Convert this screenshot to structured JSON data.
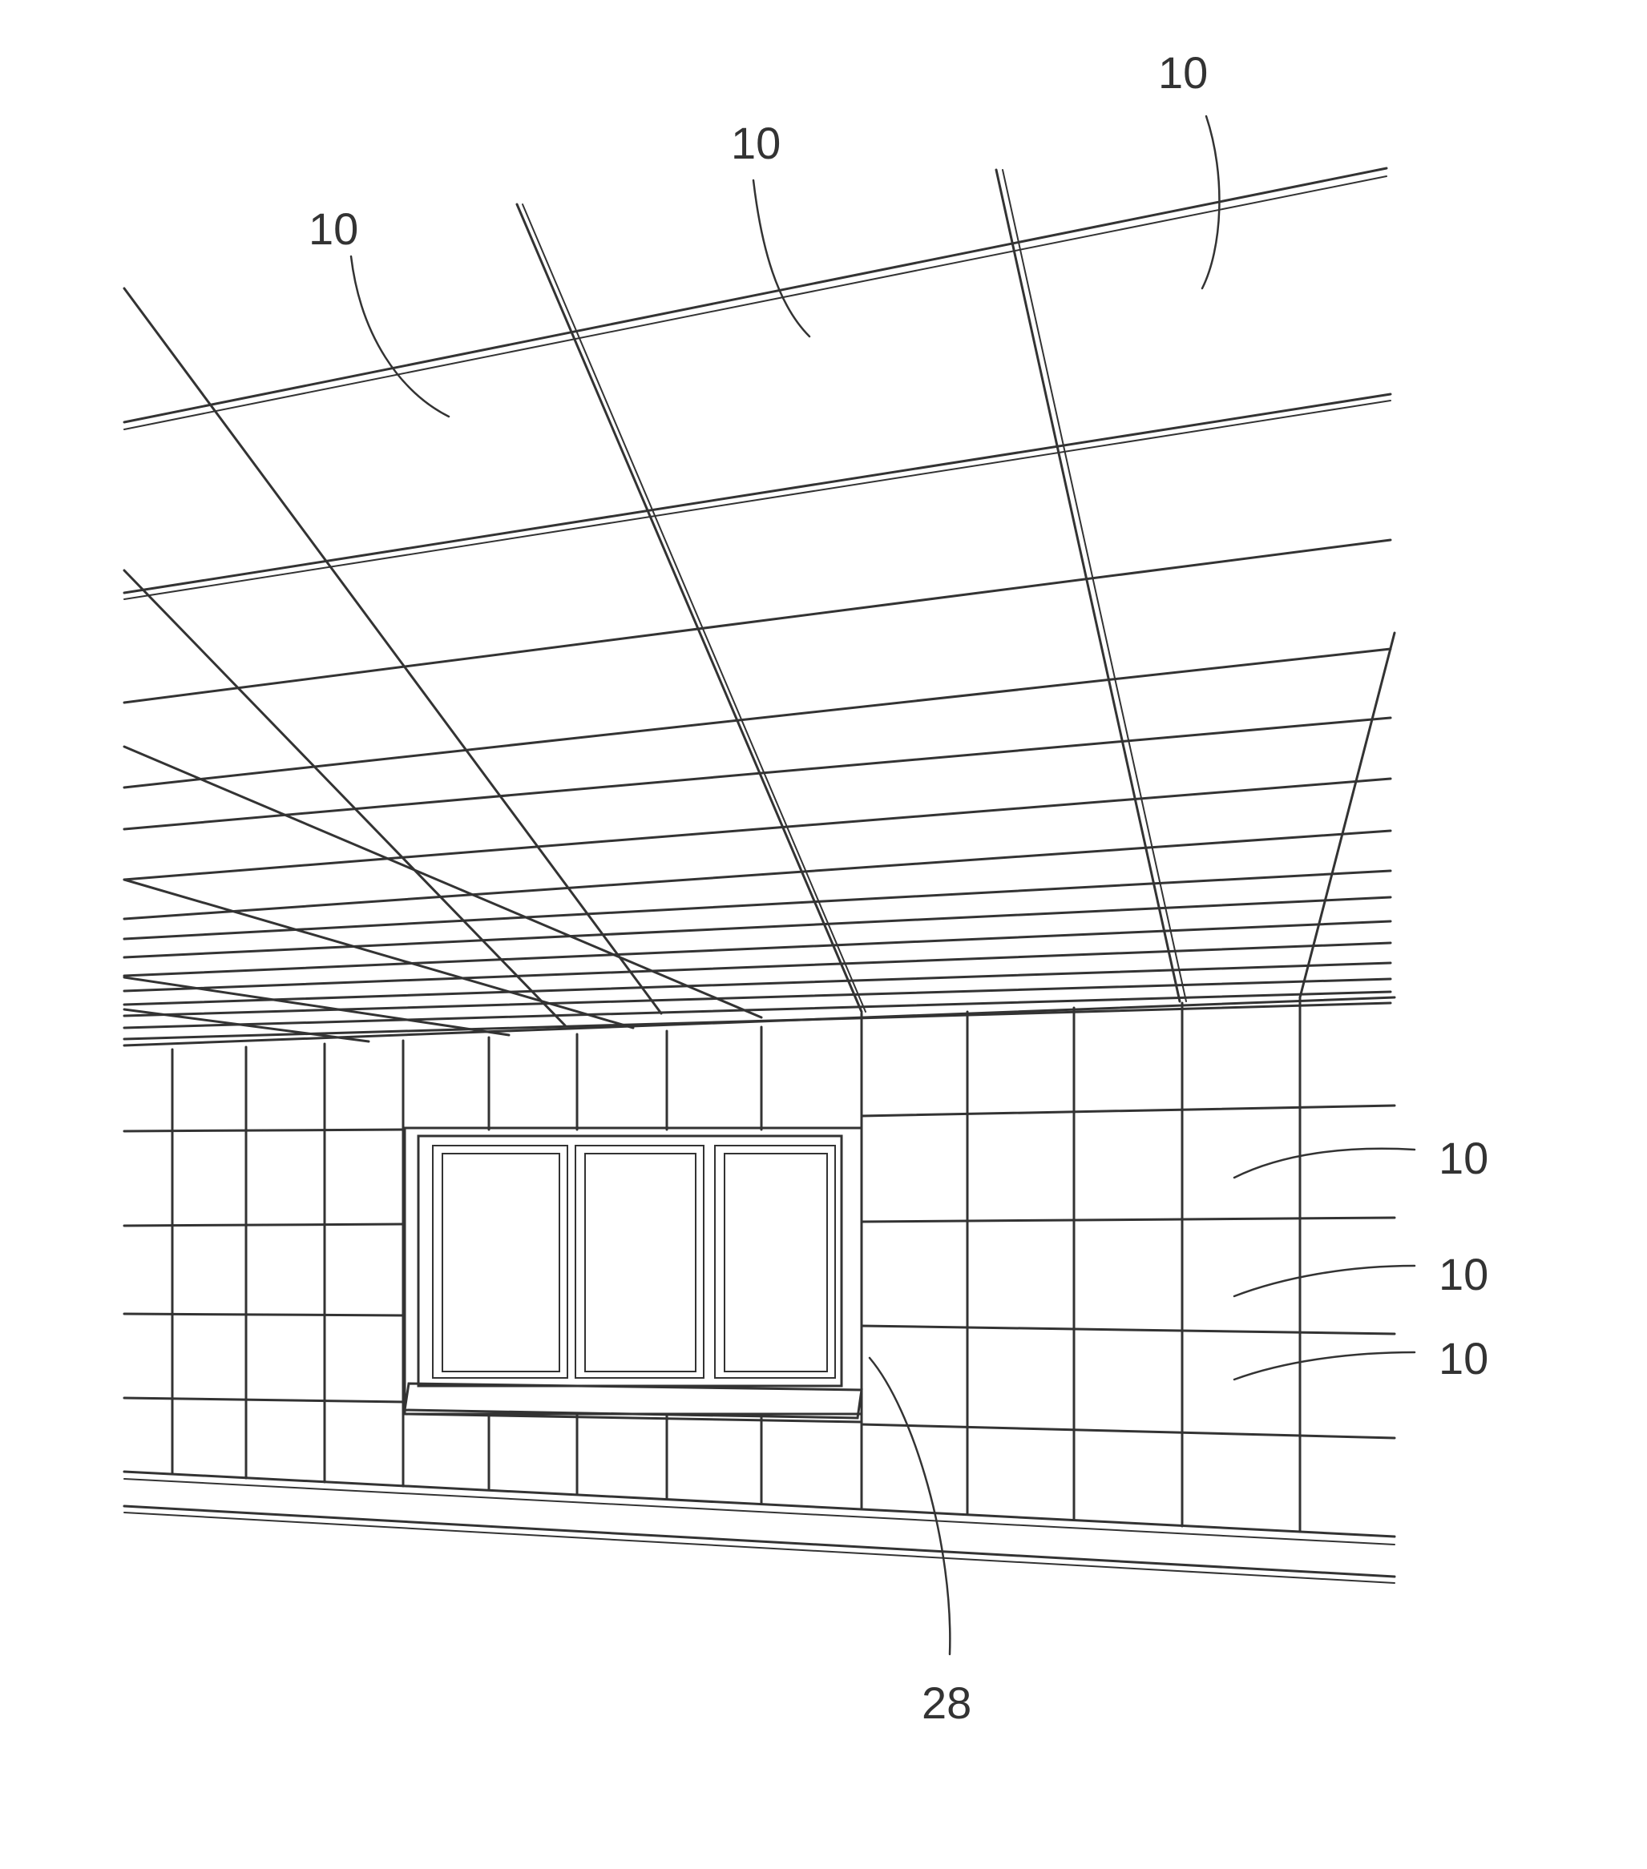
{
  "figure": {
    "labels": {
      "ceiling_panel_left": "10",
      "ceiling_panel_middle": "10",
      "ceiling_panel_right": "10",
      "wall_panel_upper": "10",
      "wall_panel_middle": "10",
      "wall_panel_lower": "10",
      "window_trim": "28"
    }
  }
}
